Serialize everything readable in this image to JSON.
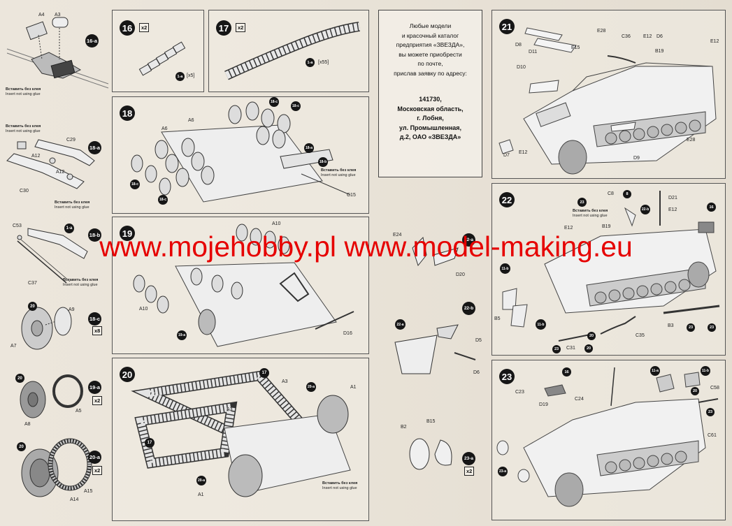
{
  "watermark": {
    "text": "www.mojehobby.pl www.model-making.eu",
    "color": "#e60000"
  },
  "address": {
    "lines": [
      "Любые модели",
      "и красочный каталог",
      "предприятия «ЗВЕЗДА»,",
      "вы можете приобрести",
      "по почте,",
      "прислав заявку по адресу:"
    ],
    "postal": [
      "141730,",
      "Московская область,",
      "г. Лобня,",
      "ул. Промышленная,",
      "д.2, ОАО «ЗВЕЗДА»"
    ]
  },
  "glue_note": {
    "ru": "Вставить без клея",
    "en": "Insert not using glue"
  },
  "steps": [
    {
      "number": "16",
      "multiplier": "x2",
      "part": "1-a",
      "count": "[x5]"
    },
    {
      "number": "17",
      "multiplier": "x2",
      "part": "1-a",
      "count": "[x55]"
    },
    {
      "number": "18"
    },
    {
      "number": "19"
    },
    {
      "number": "20"
    },
    {
      "number": "21"
    },
    {
      "number": "22"
    },
    {
      "number": "23"
    }
  ],
  "left_column": {
    "s16a": {
      "tag": "16-a",
      "parts": [
        "A4",
        "A3"
      ]
    },
    "s18a": {
      "tag": "18-a",
      "parts": [
        "C29",
        "A12",
        "A12",
        "C30"
      ]
    },
    "s18b": {
      "tag": "18-b",
      "sub": "1-a",
      "parts": [
        "C53",
        "C37"
      ]
    },
    "s18c": {
      "tag": "18-c",
      "sub": "20",
      "mult": "x8",
      "parts": [
        "A9",
        "A7"
      ]
    },
    "s19a": {
      "tag": "19-a",
      "sub": "20",
      "mult": "x2",
      "parts": [
        "A5",
        "A8"
      ]
    },
    "s20a": {
      "tag": "20-a",
      "sub": "20",
      "mult": "x2",
      "parts": [
        "A15",
        "A14"
      ]
    }
  },
  "step18": {
    "parts": [
      "A6",
      "A6",
      "C15"
    ],
    "subs": [
      "18-c",
      "18-c",
      "18-c",
      "18-c",
      "18-b",
      "18-a"
    ]
  },
  "step19": {
    "parts": [
      "A10",
      "A10",
      "D16"
    ],
    "subs": [
      "19-a"
    ]
  },
  "step20": {
    "parts": [
      "A3",
      "A1",
      "A3",
      "A1"
    ],
    "subs": [
      "17",
      "17",
      "20-a",
      "20-a"
    ]
  },
  "middle": {
    "s22a": {
      "tag": "22-a",
      "parts": [
        "E24",
        "D20"
      ]
    },
    "s22b": {
      "tag": "22-b",
      "sub": "22-a",
      "parts": [
        "D5",
        "D6"
      ]
    },
    "s23a": {
      "tag": "23-a",
      "mult": "x2",
      "parts": [
        "B2",
        "B15"
      ]
    }
  },
  "step21": {
    "parts": [
      "D8",
      "D11",
      "E28",
      "C36",
      "E12",
      "D6",
      "B19",
      "E12",
      "E15",
      "D10",
      "E28",
      "D9",
      "D7",
      "E12"
    ]
  },
  "step22": {
    "parts": [
      "C8",
      "D21",
      "E12",
      "E12",
      "B19",
      "B5",
      "B3",
      "C35",
      "C31"
    ],
    "subs": [
      "23",
      "8",
      "22-b",
      "16",
      "11-b",
      "11-b",
      "20",
      "23",
      "23",
      "23",
      "20"
    ]
  },
  "step23": {
    "parts": [
      "C23",
      "D19",
      "C24",
      "C58",
      "C61"
    ],
    "subs": [
      "16",
      "11-a",
      "11-b",
      "20",
      "23",
      "23-a"
    ]
  }
}
